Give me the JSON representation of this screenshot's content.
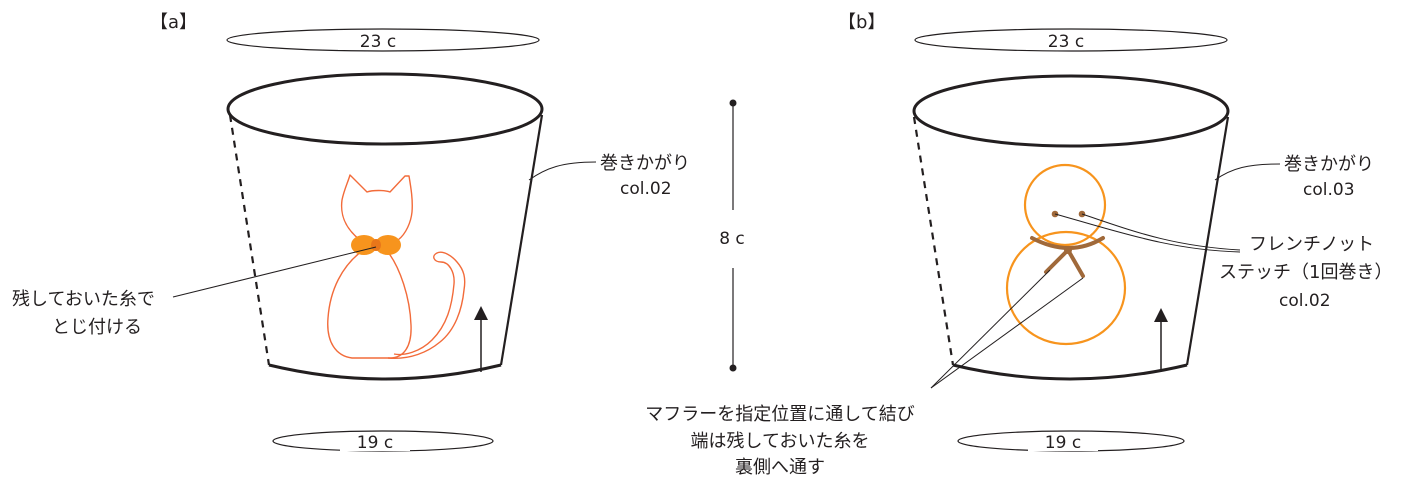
{
  "panel_a": {
    "tag": "【a】",
    "top_circumference": "23 c",
    "bottom_circumference": "19 c",
    "rim_stitch": "巻きかがり",
    "rim_color": "col.02",
    "note_lines": [
      "残しておいた糸で",
      "とじ付ける"
    ]
  },
  "height_label": "8 c",
  "panel_b": {
    "tag": "【b】",
    "top_circumference": "23 c",
    "bottom_circumference": "19 c",
    "rim_stitch": "巻きかがり",
    "rim_color": "col.03",
    "eyes_lines": [
      "フレンチノット",
      "ステッチ（1回巻き）",
      "col.02"
    ],
    "scarf_lines": [
      "マフラーを指定位置に通して結び",
      "端は残しておいた糸を",
      "裏側へ通す"
    ]
  },
  "colors": {
    "line": "#231f20",
    "cat_outline": "#f26b3a",
    "bow": "#f7941d",
    "snowman_outline": "#f7941d",
    "scarf": "#a0693a"
  }
}
